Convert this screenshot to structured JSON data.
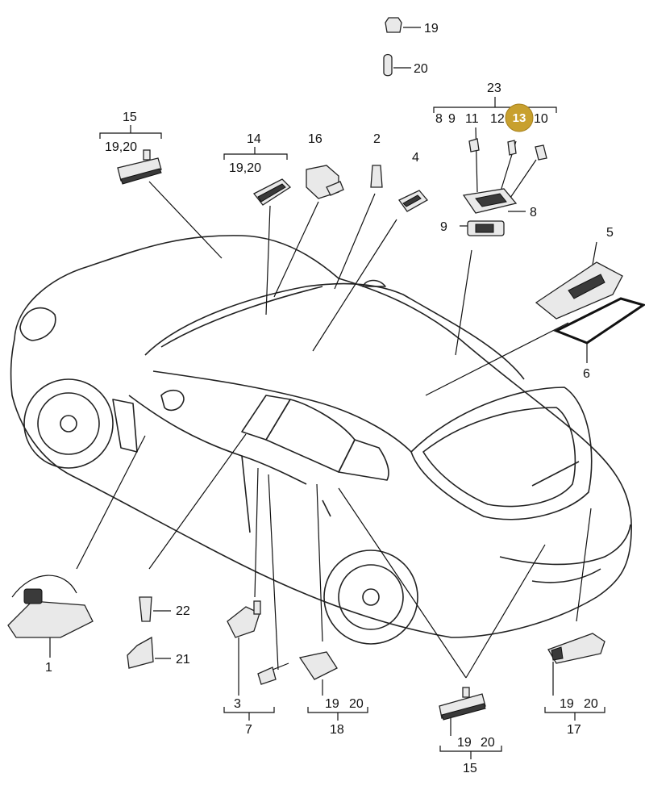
{
  "callouts": {
    "p19": "19",
    "p20": "20",
    "p23": "23",
    "p8a": "8",
    "p9a": "9",
    "p11": "11",
    "p12": "12",
    "p13": "13",
    "p10": "10",
    "p15_top": "15",
    "p15_top_sub": "19,20",
    "p14": "14",
    "p14_sub": "19,20",
    "p16": "16",
    "p2": "2",
    "p4": "4",
    "p8": "8",
    "p9": "9",
    "p5": "5",
    "p6": "6",
    "p22": "22",
    "p21": "21",
    "p1": "1",
    "p3": "3",
    "p7": "7",
    "p18_19": "19",
    "p18_20": "20",
    "p18": "18",
    "p15_b_19": "19",
    "p15_b_20": "20",
    "p15_bottom": "15",
    "p17_19": "19",
    "p17_20": "20",
    "p17": "17"
  },
  "colors": {
    "highlight_badge": "#c8a02e",
    "line": "#111111"
  }
}
